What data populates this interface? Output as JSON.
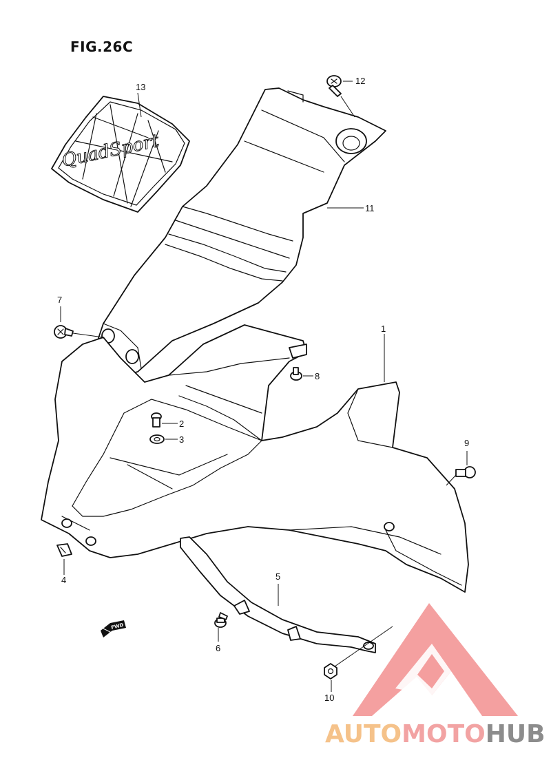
{
  "figure": {
    "title": "FIG.26C"
  },
  "parts": [
    {
      "callout": "1",
      "name": "front fender"
    },
    {
      "callout": "2",
      "name": "bolt"
    },
    {
      "callout": "3",
      "name": "washer"
    },
    {
      "callout": "4",
      "name": "clip nut"
    },
    {
      "callout": "5",
      "name": "fender brace"
    },
    {
      "callout": "6",
      "name": "bolt"
    },
    {
      "callout": "7",
      "name": "bolt"
    },
    {
      "callout": "8",
      "name": "bolt"
    },
    {
      "callout": "9",
      "name": "bolt"
    },
    {
      "callout": "10",
      "name": "nut"
    },
    {
      "callout": "11",
      "name": "front center cover"
    },
    {
      "callout": "12",
      "name": "screw"
    },
    {
      "callout": "13",
      "name": "decal"
    }
  ],
  "decal_text": "QuadSport",
  "direction_marker": "FWD",
  "watermark": {
    "brand_part1": "AUTO",
    "brand_part2": "MOTO",
    "brand_part3": "HUB",
    "colors": {
      "auto": "#f5c28a",
      "moto": "#f2a3a3",
      "hub": "#8c8c8c",
      "logo": "#f08080"
    }
  }
}
